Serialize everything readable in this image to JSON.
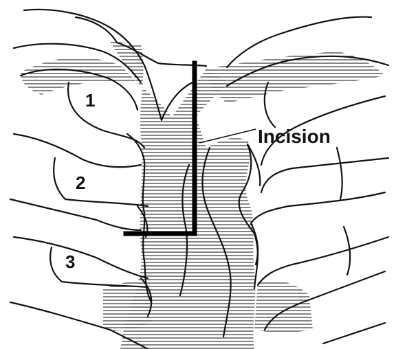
{
  "diagram": {
    "callout": "Incision",
    "rib_labels": [
      "1",
      "2",
      "3"
    ],
    "colors": {
      "ink": "#111111",
      "hatch": "#333333",
      "incision": "#000000",
      "background": "#ffffff"
    }
  }
}
